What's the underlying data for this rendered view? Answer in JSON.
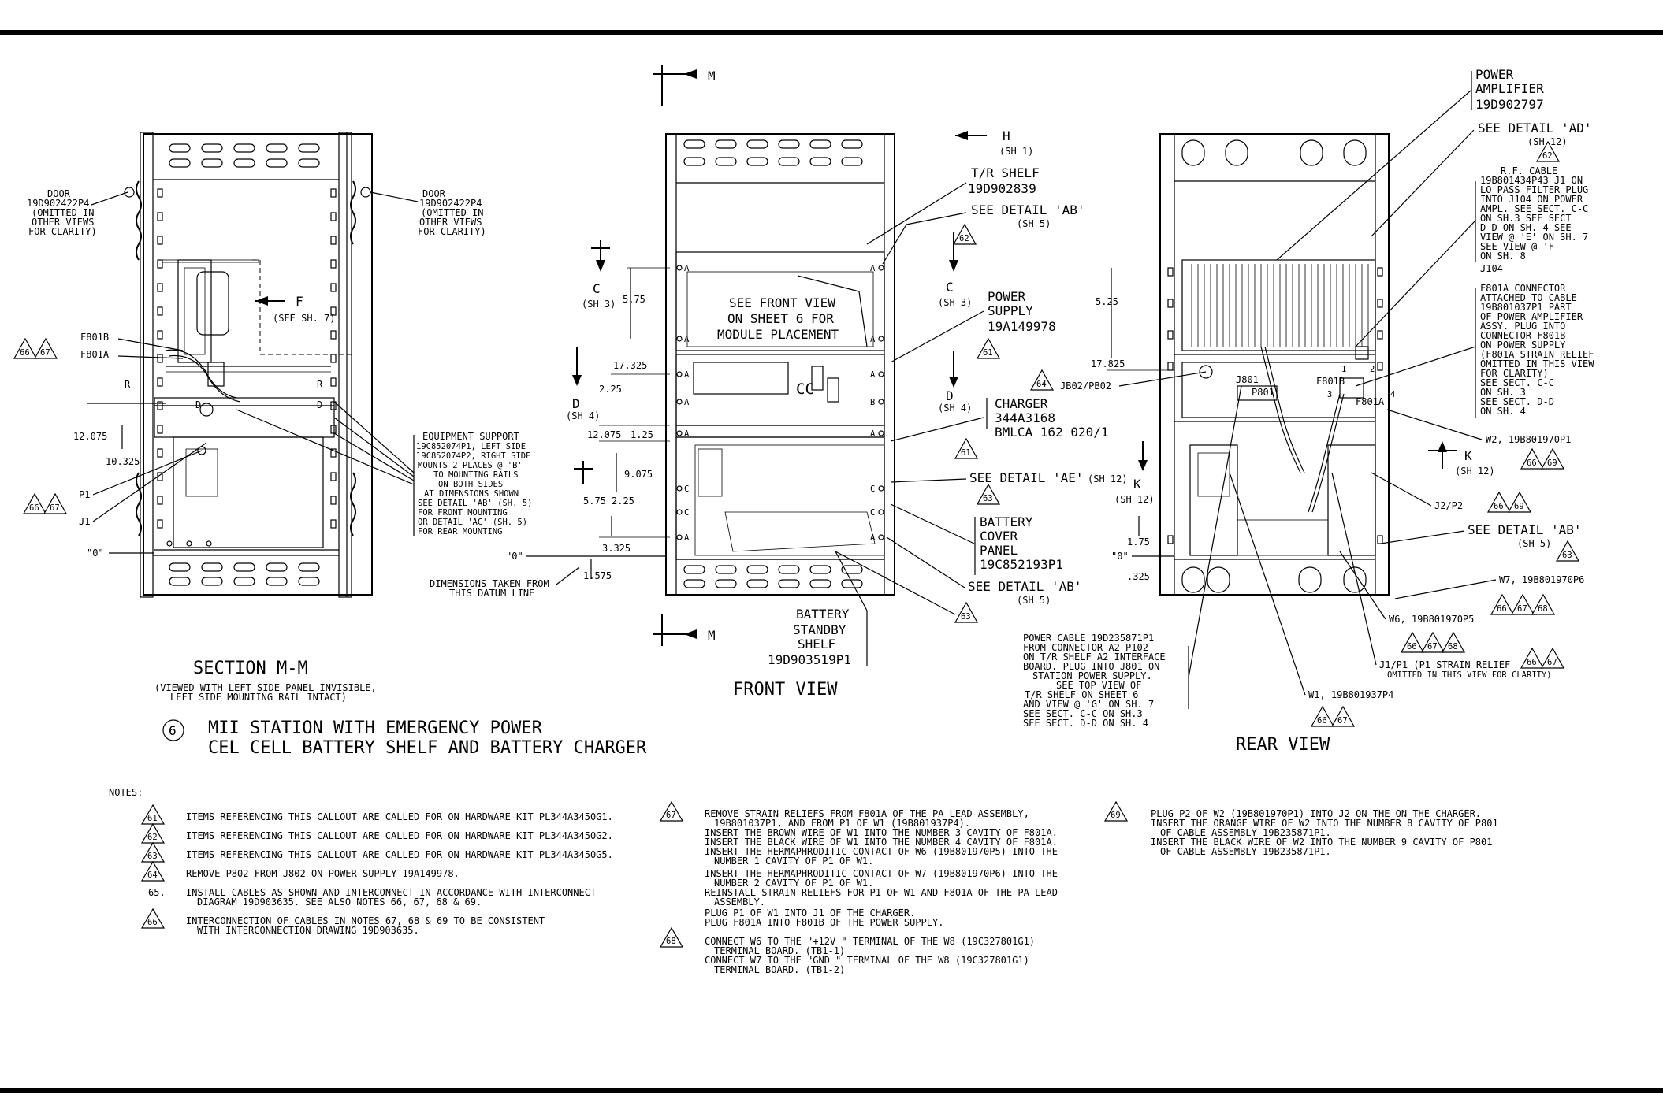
{
  "section_view": {
    "title": "SECTION M-M",
    "subtitle_lines": [
      "(VIEWED WITH LEFT SIDE PANEL INVISIBLE,",
      "LEFT SIDE MOUNTING RAIL INTACT)"
    ],
    "door_left": [
      "DOOR",
      "19D902422P4",
      "(OMITTED IN",
      "OTHER VIEWS",
      "FOR CLARITY)"
    ],
    "door_right": [
      "DOOR",
      "19D902422P4",
      "(OMITTED IN",
      "OTHER VIEWS",
      "FOR CLARITY)"
    ],
    "f_label": "F",
    "see_sh7": "(SEE SH. 7)",
    "f801b": "F801B",
    "f801a": "F801A",
    "p1": "P1",
    "j1": "J1",
    "dim_12075": "12.075",
    "dim_10325": "10.325",
    "zero": "\"0\"",
    "r_label": "R",
    "d_label": "D",
    "tri_66": "66",
    "tri_67": "67",
    "equipment_support": [
      "EQUIPMENT SUPPORT",
      "19C852074P1, LEFT SIDE",
      "19C852074P2, RIGHT SIDE",
      "MOUNTS 2 PLACES @ 'B'",
      "TO MOUNTING RAILS",
      "ON BOTH SIDES",
      "AT DIMENSIONS SHOWN",
      "SEE DETAIL 'AB' (SH. 5)",
      "FOR FRONT MOUNTING",
      "OR DETAIL 'AC' (SH. 5)",
      "FOR REAR MOUNTING"
    ]
  },
  "front_view": {
    "title": "FRONT VIEW",
    "m_top": "M",
    "m_bottom": "M",
    "h_label": "H",
    "h_sheet": "(SH 1)",
    "tr_shelf": [
      "T/R SHELF",
      "19D902839"
    ],
    "see_detail_ab_top": "SEE DETAIL 'AB'",
    "sh5_top": "(SH 5)",
    "tri_62": "62",
    "c_left": "C",
    "c_left_sheet": "(SH 3)",
    "c_right": "C",
    "c_right_sheet": "(SH 3)",
    "dim_575": "5.75",
    "see_front_view": [
      "SEE FRONT VIEW",
      "ON SHEET 6 FOR",
      "MODULE PLACEMENT"
    ],
    "power_supply": [
      "POWER",
      "SUPPLY",
      "19A149978"
    ],
    "tri_61a": "61",
    "dim_17325": "17.325",
    "dim_225": "2.25",
    "d_left": "D",
    "d_left_sheet": "(SH 4)",
    "d_right": "D",
    "d_right_sheet": "(SH 4)",
    "dim_12075": "12.075",
    "dim_125": "1.25",
    "charger": [
      "CHARGER",
      "344A3168",
      "BMLCA 162 020/1"
    ],
    "tri_61b": "61",
    "dim_9075": "9.075",
    "see_detail_ae": "SEE DETAIL 'AE'",
    "sh12_ae": "(SH 12)",
    "tri_63a": "63",
    "dim_575b": "5.75",
    "dim_225b": "2.25",
    "battery_cover": [
      "BATTERY",
      "COVER",
      "PANEL",
      "19C852193P1"
    ],
    "dim_3325": "3.325",
    "zero": "\"0\"",
    "dim_1575": "1.575",
    "datum_note": [
      "DIMENSIONS TAKEN FROM",
      "THIS DATUM LINE"
    ],
    "see_detail_ab_bottom": "SEE DETAIL 'AB'",
    "sh5_bottom": "(SH 5)",
    "tri_63b": "63",
    "battery_shelf": [
      "BATTERY",
      "STANDBY",
      "SHELF",
      "19D903519P1"
    ],
    "a_label": "A",
    "b_label": "B",
    "c_label": "C"
  },
  "rear_view": {
    "title": "REAR VIEW",
    "power_amplifier": [
      "POWER",
      "AMPLIFIER",
      "19D902797"
    ],
    "see_detail_ad": "SEE DETAIL 'AD'",
    "sh12_ad": "(SH 12)",
    "tri_62": "62",
    "rf_cable": [
      "R.F. CABLE",
      "19B801434P43 J1 ON",
      "LO PASS FILTER PLUG",
      "INTO J104 ON POWER",
      "AMPL. SEE SECT. C-C",
      "ON SH.3 SEE SECT",
      "D-D ON SH. 4 SEE",
      "VIEW @ 'E' ON SH. 7",
      "SEE VIEW @ 'F'",
      "ON SH. 8"
    ],
    "j104": "J104",
    "f801a_conn": [
      "F801A CONNECTOR",
      "ATTACHED TO CABLE",
      "19B801037P1 PART",
      "OF POWER AMPLIFIER",
      "ASSY. PLUG INTO",
      "CONNECTOR F801B",
      "ON POWER SUPPLY",
      "(F801A STRAIN RELIEF",
      "OMITTED IN THIS VIEW",
      "FOR CLARITY)",
      "SEE SECT. C-C",
      "ON SH. 3",
      "SEE SECT. D-D",
      "ON SH. 4"
    ],
    "dim_525": "5.25",
    "dim_17825": "17.825",
    "tri_64": "64",
    "jb02": "JB02/PB02",
    "j801": "J801",
    "p801": "P801",
    "f801b": "F801B",
    "f801a": "F801A",
    "w2": "W2, 19B801970P1",
    "tri_66a": "66",
    "tri_69a": "69",
    "k_left": "K",
    "k_left_sheet": "(SH 12)",
    "k_right": "K",
    "k_right_sheet": "(SH 12)",
    "j2p2": "J2/P2",
    "tri_66b": "66",
    "tri_69b": "69",
    "see_detail_ab": "SEE DETAIL 'AB'",
    "sh5": "(SH 5)",
    "tri_63": "63",
    "dim_175": "1.75",
    "zero": "\"0\"",
    "dim_325": ".325",
    "w7": "W7, 19B801970P6",
    "tri_w7": [
      "66",
      "67",
      "68"
    ],
    "w6": "W6, 19B801970P5",
    "tri_w6": [
      "66",
      "67",
      "68"
    ],
    "j1p1": [
      "J1/P1 (P1 STRAIN RELIEF",
      "OMITTED IN THIS VIEW FOR CLARITY)"
    ],
    "tri_j1p1": [
      "66",
      "67"
    ],
    "power_cable": [
      "POWER CABLE 19D235871P1",
      "FROM CONNECTOR A2-P102",
      "ON T/R SHELF A2 INTERFACE",
      "BOARD. PLUG INTO J801 ON",
      "STATION POWER SUPPLY.",
      "SEE TOP VIEW OF",
      "T/R SHELF ON SHEET 6",
      "AND VIEW @ 'G' ON SH. 7",
      "SEE SECT. C-C ON SH.3",
      "SEE SECT. D-D ON SH. 4"
    ],
    "w1": "W1, 19B801937P4",
    "tri_w1": [
      "66",
      "67"
    ],
    "numbers": [
      "1",
      "2",
      "3",
      "4"
    ]
  },
  "caption": {
    "number": "6",
    "line1": "MII STATION WITH EMERGENCY POWER",
    "line2": "CEL CELL BATTERY SHELF AND BATTERY CHARGER"
  },
  "notes": {
    "heading": "NOTES:",
    "col1": [
      {
        "tag": "61",
        "text": [
          "ITEMS REFERENCING THIS CALLOUT ARE CALLED FOR ON HARDWARE KIT PL344A3450G1."
        ]
      },
      {
        "tag": "62",
        "text": [
          "ITEMS REFERENCING THIS CALLOUT ARE CALLED FOR ON HARDWARE KIT PL344A3450G2."
        ]
      },
      {
        "tag": "63",
        "text": [
          "ITEMS REFERENCING THIS CALLOUT ARE CALLED FOR ON HARDWARE KIT PL344A3450G5."
        ]
      },
      {
        "tag": "64",
        "text": [
          "REMOVE P802 FROM J802 ON POWER SUPPLY 19A149978."
        ]
      },
      {
        "tag": "65.",
        "text": [
          "INSTALL CABLES AS SHOWN AND INTERCONNECT IN ACCORDANCE WITH INTERCONNECT",
          "DIAGRAM 19D903635. SEE ALSO NOTES 66, 67, 68 & 69."
        ]
      },
      {
        "tag": "66",
        "text": [
          "INTERCONNECTION OF CABLES IN NOTES 67, 68 & 69 TO BE CONSISTENT",
          "WITH INTERCONNECTION DRAWING 19D903635."
        ]
      }
    ],
    "col2": [
      {
        "tag": "67",
        "text": [
          "REMOVE STRAIN RELIEFS FROM F801A OF THE PA LEAD ASSEMBLY,",
          "19B801037P1, AND FROM P1 OF W1 (19B801937P4).",
          "INSERT THE BROWN WIRE OF W1 INTO THE NUMBER 3 CAVITY OF F801A.",
          "INSERT THE BLACK WIRE OF W1 INTO THE NUMBER 4 CAVITY OF F801A.",
          "INSERT THE HERMAPHRODITIC CONTACT OF W6 (19B801970P5) INTO THE",
          "NUMBER 1 CAVITY OF P1 OF W1.",
          "INSERT THE HERMAPHRODITIC CONTACT OF W7 (19B801970P6) INTO THE",
          "NUMBER 2 CAVITY OF P1 OF W1.",
          "REINSTALL STRAIN RELIEFS FOR P1 OF W1 AND F801A OF THE PA LEAD",
          "ASSEMBLY.",
          "PLUG P1 OF W1 INTO J1 OF THE CHARGER.",
          "PLUG F801A INTO F801B OF THE POWER SUPPLY."
        ]
      },
      {
        "tag": "68",
        "text": [
          "CONNECT W6 TO THE \"+12V \" TERMINAL OF THE W8 (19C327801G1)",
          "TERMINAL BOARD. (TB1-1)",
          "CONNECT W7 TO THE \"GND \" TERMINAL OF THE W8 (19C327801G1)",
          "TERMINAL BOARD. (TB1-2)"
        ]
      }
    ],
    "col3": [
      {
        "tag": "69",
        "text": [
          "PLUG P2 OF W2 (19B801970P1) INTO J2 ON THE ON THE CHARGER.",
          "INSERT THE ORANGE WIRE OF W2 INTO THE NUMBER 8 CAVITY OF P801",
          "OF CABLE ASSEMBLY 19B235871P1.",
          "INSERT THE BLACK WIRE OF W2 INTO THE NUMBER 9 CAVITY OF P801",
          "OF CABLE ASSEMBLY 19B235871P1."
        ]
      }
    ]
  }
}
